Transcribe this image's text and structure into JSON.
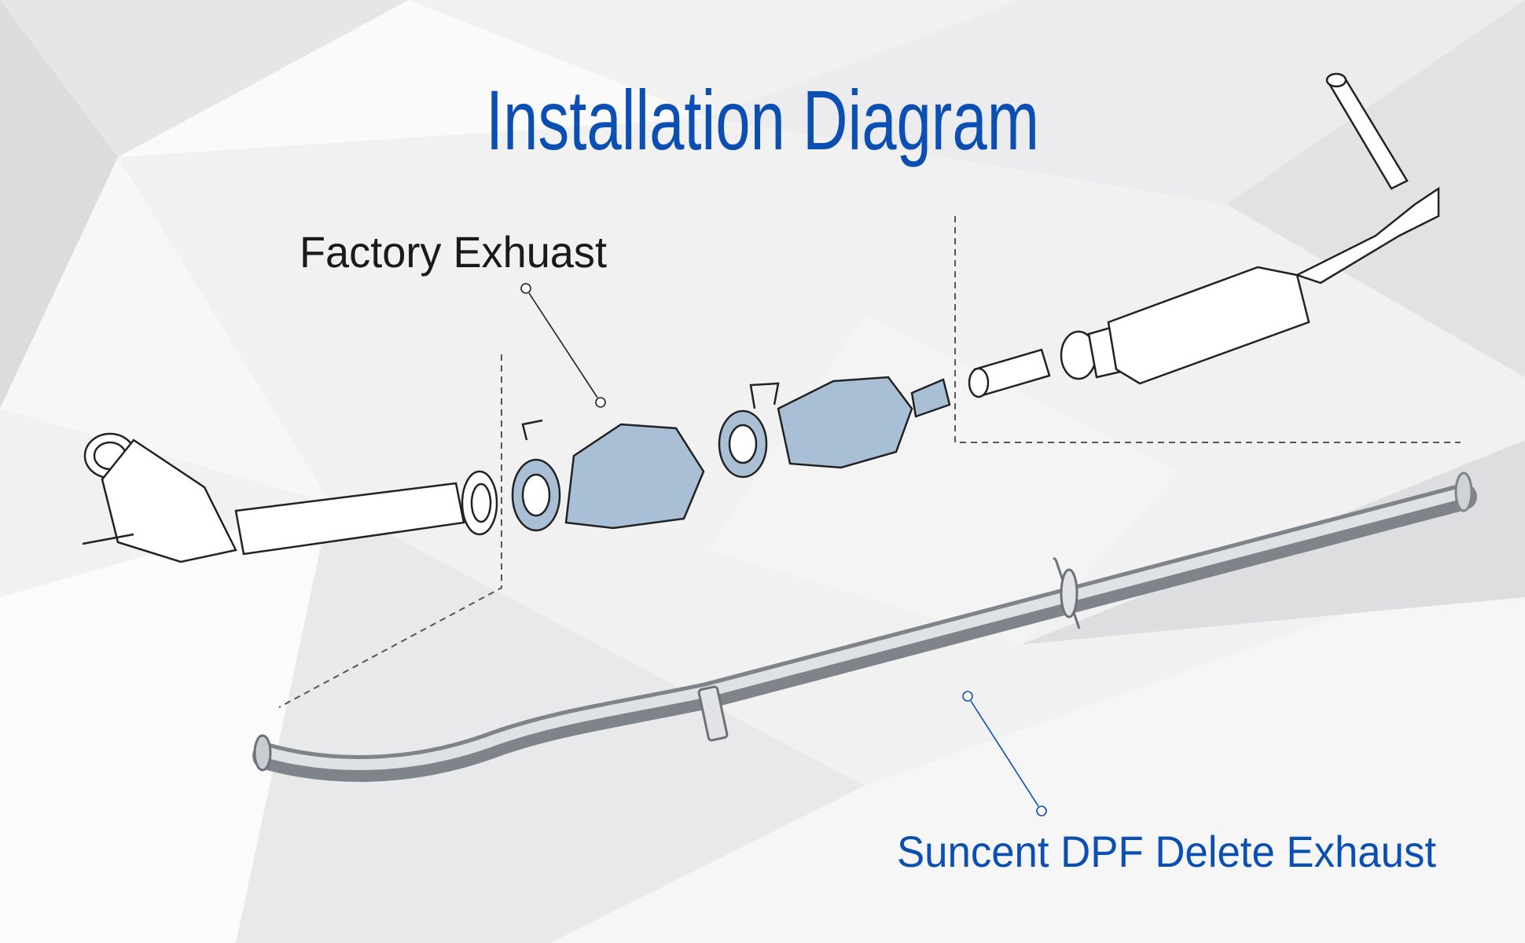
{
  "title": "Installation Diagram",
  "labels": {
    "factory": "Factory Exhuast",
    "suncent": "Suncent DPF Delete Exhaust"
  },
  "colors": {
    "title": "#0b4fb3",
    "factory_label": "#1a1a1a",
    "suncent_label": "#0b4fb3",
    "highlight_part": "#a9bfd6"
  }
}
